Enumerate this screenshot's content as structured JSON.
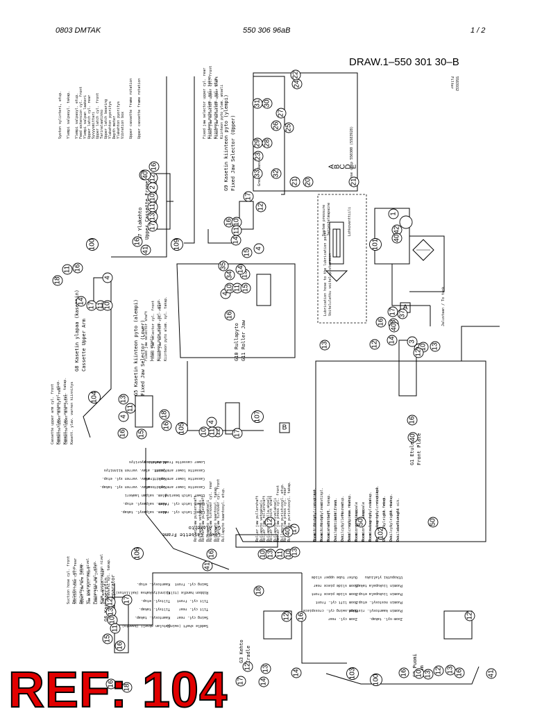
{
  "header": {
    "left": "0803   DMTAK",
    "center": "550 306 96aB",
    "right": "1 /  2"
  },
  "drawing_ref": "DRAW.1–550 301 30–B",
  "stamp": "REF: 104",
  "groups": {
    "g7": {
      "title1": "G7 Ylakehto",
      "title2": "Upper Cassette Frame"
    },
    "g8": {
      "title1": "G8 Kasetin ylapaa (kasettin)",
      "title2": "Cassette Upper Arm"
    },
    "g9": {
      "title1": "G9 Kasetin kiinteon pyto (ylempi)",
      "title2": "Fixed Jaw Selector (Upper)"
    },
    "g5": {
      "title1": "G5 Kasetin kiinteon pyto (alempi)",
      "title2": "Fixed Jaw Selector (Lower)"
    },
    "g10": {
      "title1": "G10 Rullapyto",
      "title2": "G11 Roller Jaw"
    },
    "g1": {
      "title1": "G1 Etulevy",
      "title2": "Front Plate"
    },
    "g4": {
      "title1": "G4 Alakehto",
      "title2": "Lower Cassette Frame"
    },
    "g6": {
      "title1": "G6 Karkeaerotin",
      "title2": "Coarse Separator"
    },
    "g3": {
      "title1": "G3 Kehto",
      "title2": "Cradle"
    },
    "g2": {
      "title1": "G2 Puomi",
      "title2": "Boom"
    }
  },
  "valve": {
    "system_pressure": "System pressure",
    "system_pressure_fi": "Jarjestelmapaine",
    "lubrication": "Lubrication hose to the lubrication point",
    "lubrication_fi": "Voiteluletku voitelupisteeseen",
    "check_valve": "Lohkoventtiili",
    "filter": "Filter",
    "filter_code": "5583932",
    "hose_clip": "Hose clip 550300 (5583928)",
    "grease": "Grease (Rasva)",
    "tank": "Jalustaan / To tank",
    "letters": [
      "A",
      "B",
      "C",
      "D",
      "E"
    ],
    "box_a": "A",
    "box_b": "B"
  },
  "circle_labels": [
    "1",
    "2",
    "3",
    "4",
    "10",
    "11",
    "12",
    "13",
    "14",
    "15",
    "16",
    "17",
    "18",
    "19",
    "20",
    "21",
    "22",
    "23",
    "24",
    "25",
    "26",
    "27",
    "28",
    "29",
    "30",
    "31",
    "32",
    "33",
    "34",
    "35",
    "36",
    "37",
    "38",
    "40",
    "41",
    "42",
    "50",
    "100",
    "101",
    "102",
    "103",
    "104",
    "105",
    "106",
    "107",
    "108",
    "109"
  ],
  "labels": {
    "g7": [
      "Feed extension cyl. front",
      "Upper latch cyl. rear",
      "Upper latch cyl. front",
      "Upper latch bearing",
      "Depth meter",
      "Vibration box",
      "Upper cassette frame rotation",
      "Upper cassette frame rotation"
    ],
    "g7_fi": [
      "Syoton sylinteri, etup.",
      "Ylempi salpasyl. takap.",
      "Ylempi salpasyl. etup.",
      "Ylempi salpan laakeri",
      "Syvyysmittari",
      "Tarinalaatikko",
      "Ylakehton pyoritys",
      "Ylakehton pyoritys"
    ],
    "g8": [
      "Cassette upper arm cyl. front",
      "Cassette upper arm cyl. rear",
      "Cassette upper arm joint"
    ],
    "g8_fi": [
      "Kasett. ylav. varren syl. etup.",
      "Kasett. ylav. varren syl. takap.",
      "Kasett. ylav. varren kiinnitys"
    ],
    "g9": [
      "Fixed jaw selector upper cyl. rear",
      "Fixed jaw selector upper cyl. front",
      "Fixed jaw selector upper shaft"
    ],
    "g9_fi": [
      "Kiinteon pyto ylem. syl. takap.",
      "Kiinteon pyto ylem. syl. etup.",
      "Kiinteon pyto ylem. akseli"
    ],
    "g5": [
      "Fixed jaw selector shaft",
      "Fixed jaw selector cyl. front",
      "Fixed jaw selector cyl. rear"
    ],
    "g5_fi": [
      "Lukon akseli",
      "Kiinteon pyto alem. syl. etup.",
      "Kiinteon pyto alem. syl. takap."
    ],
    "g10": [
      "Roller jaw pullershaft",
      "Roller jaw pullershaft",
      "Roller jaw turnover cyl. rear",
      "Roller jaw turnover cyl. front"
    ],
    "g10_fi": [
      "Rullapyto vetoakseli",
      "Rullapyto vetoakseli",
      "Rullapyto kaantosyl. takap.",
      "Rullapyto kaantosyl. etup."
    ],
    "g11": [
      "Roller jaw pullershaft",
      "Roller jaw rollershaft",
      "Roller jaw joint shaft",
      "Roller jaw press cyl. front",
      "Roller jaw press cyl. rear"
    ],
    "g11_fi": [
      "Rullapyto vetoakseli",
      "Rullapyto rulla-akseli",
      "Rullapyto nivelakseli",
      "Rullapyto puristussyl. etup.",
      "Rullapyto puristussyl. takap."
    ],
    "g4": [
      "Lower cassette frame rotation",
      "Cassette lower arm joint",
      "Cassette lower arm cyl. front",
      "Cassette lower arm cyl. rear",
      "Lower latch bearing",
      "Lower latch cyl. front",
      "Lower latch cyl. rear"
    ],
    "g4_fi": [
      "Alakehton pyoritys",
      "Kasett. alav. varren kiinnitys",
      "Kasett. alav. varren syl. etup.",
      "Kasett. alav. varren syl. takap.",
      "Alem. salpan laakeri",
      "Alem. salpasyl. etup.",
      "Alem. salpasyl. takap."
    ],
    "g1": [
      "Boom lift cyl. crosspiece",
      "Boom lift cyl. rear",
      "Boom shaft left",
      "Osc. cyl. left front",
      "Osc. cyl. left rear",
      "Boom crosspiece rear",
      "Boom crosspiece",
      "Boom crosspiece",
      "Boom swing cyl. rear",
      "Boom swing cyl. crosspiece",
      "Osc. cyl. right front",
      "Osc. cyl. right rear",
      "Osc. shaft right"
    ],
    "g1_fi": [
      "Puomin nostosyl. ristikpl.",
      "Puomin nostosyl. ristikpl.",
      "Puomin nostosyl. takap.",
      "Oskilointiakseli vas.",
      "Oskil. syl. vas. etup.",
      "Oskil. syl. vas. takap.",
      "Puomin ristikappale",
      "Puomin ristikappale",
      "Puomin kaantosyl. takap.",
      "Puomin kaantosyl. ristikpl.",
      "Oskil. syl. oik. etup.",
      "Oskil. syl. oik. takap.",
      "Oskilointiakseli oik."
    ],
    "g6": [
      "Suction hose cyl. front",
      "Suction hose cyl. rear",
      "Upper jaw arm joint",
      "Jaw arm cyl. front",
      "Lower jaw arm joint",
      "Jaw arm cyl. rear"
    ],
    "g6_fi": [
      "Imuletku syl. etup.",
      "Imuletku syl. takap.",
      "Yl. pyoranvarren nivel",
      "Pyoravarsi syl. etup.",
      "Alem. pyoranvarren nivel",
      "Pyoravarsi syl. takap."
    ],
    "g3": [
      "Swing cyl. front",
      "Ribbon handle (tilt)",
      "Tilt cyl. front",
      "Tilt cyl. rear",
      "Swing cyl. rear",
      "Saddle shaft (swing)"
    ],
    "g3_fi": [
      "Kaantosyl. etup.",
      "Kiinnityskahva (kallistus)",
      "Tiltsyl. etup.",
      "Tiltsyl. takap.",
      "Kaantosyl. takap.",
      "Satulan akseli (kaanto)"
    ],
    "g2": [
      "Outer tube upper slide",
      "Boom slide piece rear",
      "Boom slide piece front",
      "Boom lift cyl. front",
      "Boom swing cyl. crosspiece",
      "Zoom cyl. rear"
    ],
    "g2_fi": [
      "Ulkoputki ylaliuku",
      "Puomin liukupala takap.",
      "Puomin liukupala etup.",
      "Puomin nostosyl. etup.",
      "Puomin kaantosyl. ristikpl.",
      "Zoom-syl. takap."
    ]
  }
}
